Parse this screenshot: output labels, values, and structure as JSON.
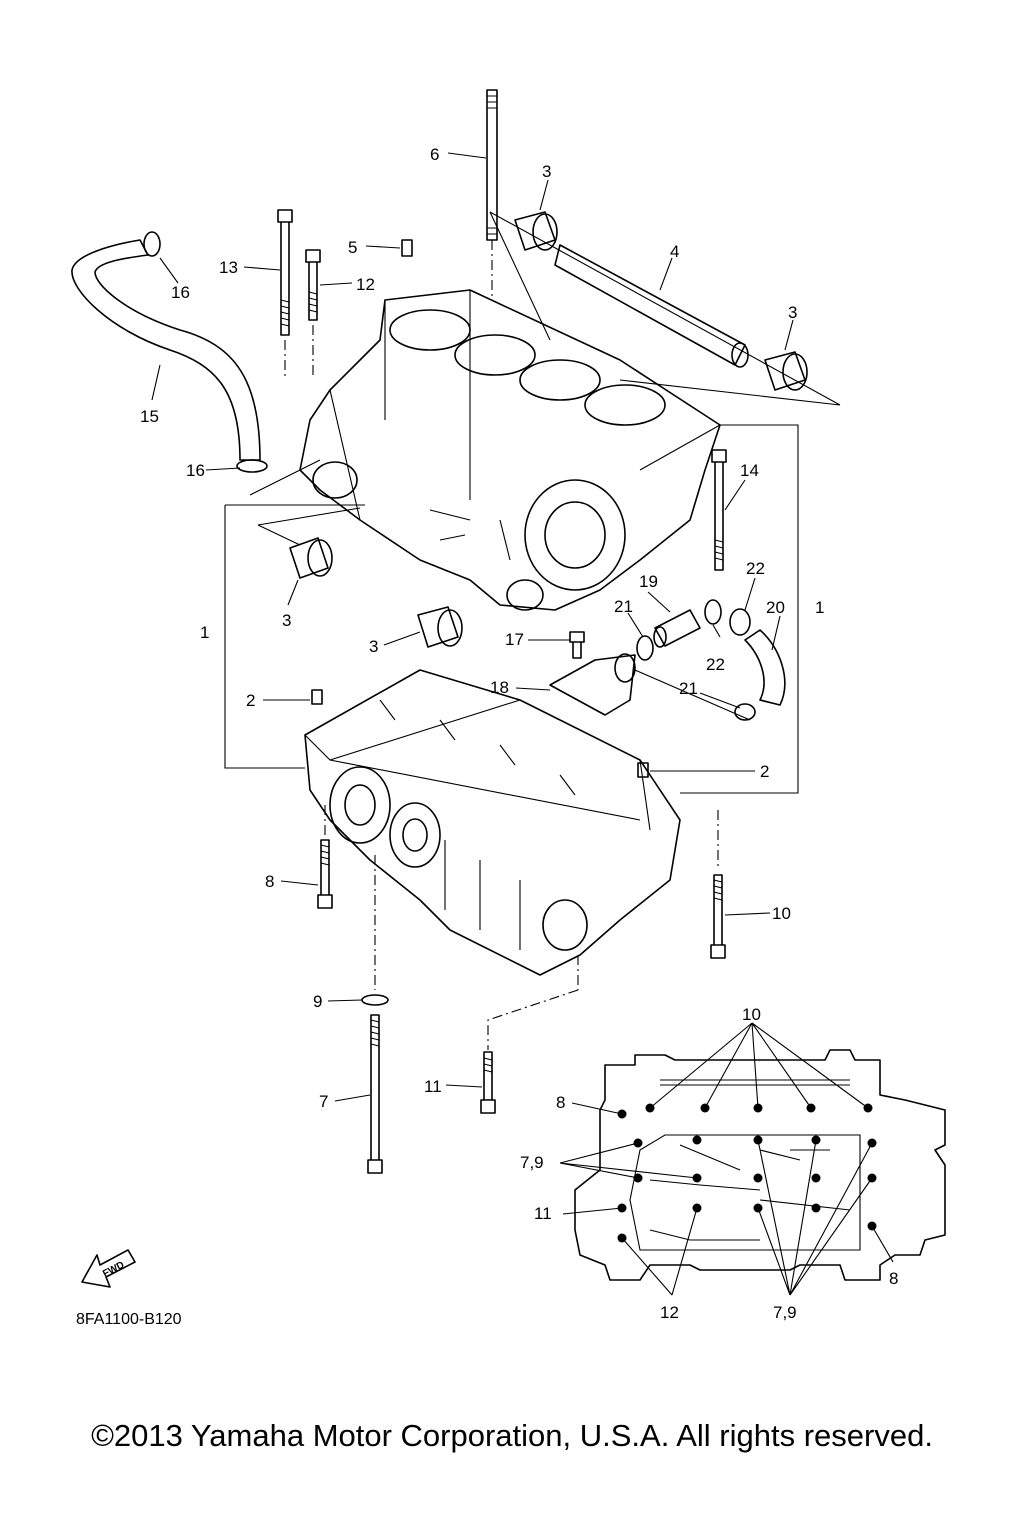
{
  "diagram": {
    "doc_code": "8FA1100-B120",
    "fwd_label": "FWD",
    "copyright": "©2013 Yamaha Motor Corporation, U.S.A. All rights reserved."
  },
  "callouts": {
    "c6": "6",
    "c3_top": "3",
    "c5": "5",
    "c4": "4",
    "c3_right": "3",
    "c13": "13",
    "c12": "12",
    "c16_top": "16",
    "c15": "15",
    "c16_bot": "16",
    "c14": "14",
    "c22_top": "22",
    "c19": "19",
    "c21_top": "21",
    "c20": "20",
    "c1_right": "1",
    "c1_left": "1",
    "c3_left": "3",
    "c3_mid": "3",
    "c17": "17",
    "c22_mid": "22",
    "c18": "18",
    "c21_mid": "21",
    "c2_left": "2",
    "c2_right": "2",
    "c8": "8",
    "c10": "10",
    "c9": "9",
    "c7": "7",
    "c11": "11",
    "inset_10": "10",
    "inset_8_top": "8",
    "inset_79_left": "7,9",
    "inset_11": "11",
    "inset_8_right": "8",
    "inset_12": "12",
    "inset_79_bottom": "7,9"
  }
}
